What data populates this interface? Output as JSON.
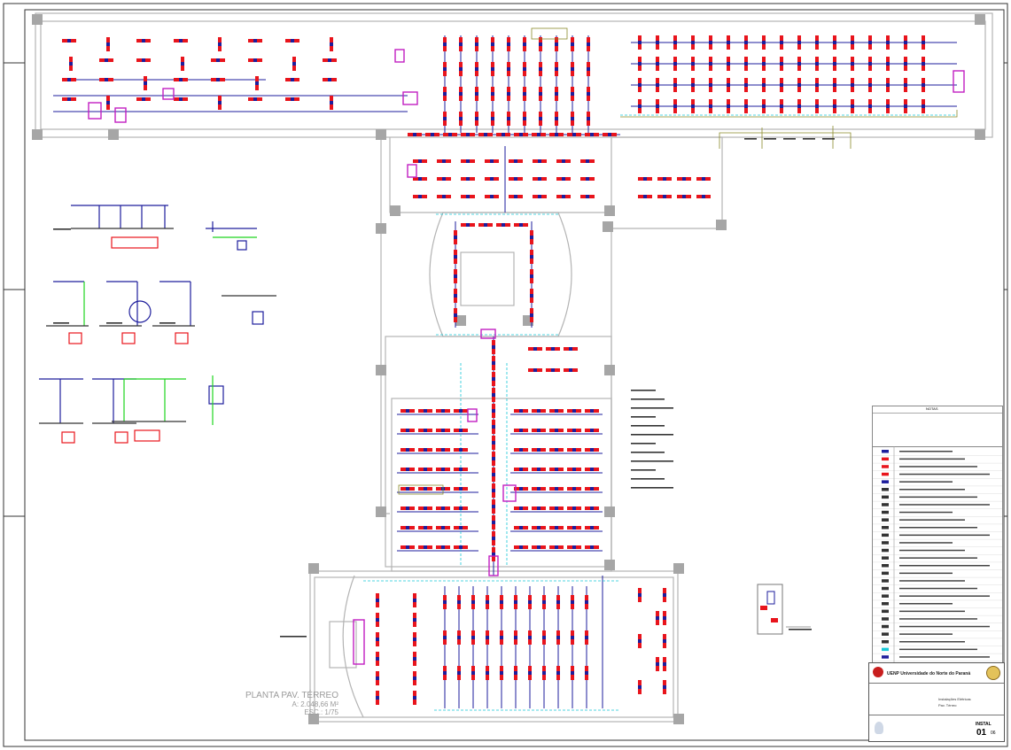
{
  "drawing": {
    "plan_title": "PLANTA PAV. TÉRREO",
    "plan_area": "A: 2.048,66 M²",
    "plan_scale": "ESC.: 1/75"
  },
  "title_block": {
    "university": "UENP Universidade do Norte do Paraná",
    "drawing_type": "Instalações Elétricas",
    "drawing_sub": "Pav. Térreo",
    "sheet_code": "INSTAL",
    "sheet_number": "01",
    "sheet_total": "06"
  },
  "legend": {
    "notes_title": "NOTAS"
  },
  "colors": {
    "wall": "#b3b3b3",
    "fixture": "#e8141c",
    "conduit": "#1d1d9c",
    "circuit_cyan": "#19c8d8",
    "highlight_magenta": "#c21ec2",
    "ground_green": "#1fd41f",
    "annotation_olive": "#8a8a2a",
    "column_grey": "#a6a6a6"
  }
}
